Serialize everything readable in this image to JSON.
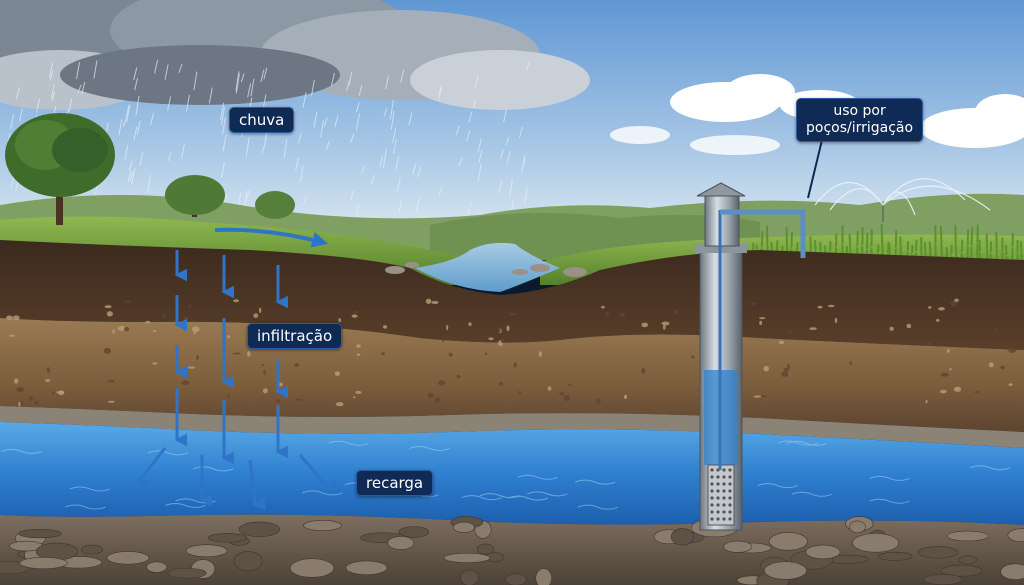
{
  "labels": {
    "chuva": "chuva",
    "infiltracao": "infiltração",
    "recarga": "recarga",
    "uso": "uso por\npoços/irrigação"
  },
  "colors": {
    "sky_top": "#5f97d3",
    "sky_bottom": "#dfeaf3",
    "label_bg": "#0f2a55",
    "arrow": "#2f74c8",
    "water": "#3d8fd6",
    "topsoil": "#4a3424",
    "subsoil": "#8a6a45",
    "bedrock": "#6f6254",
    "grass": "#6f9a3c"
  },
  "icons": [
    "rain-cloud-icon",
    "tree-icon",
    "well-icon",
    "sprinkler-icon",
    "corn-crop-icon",
    "arrow-icon"
  ]
}
